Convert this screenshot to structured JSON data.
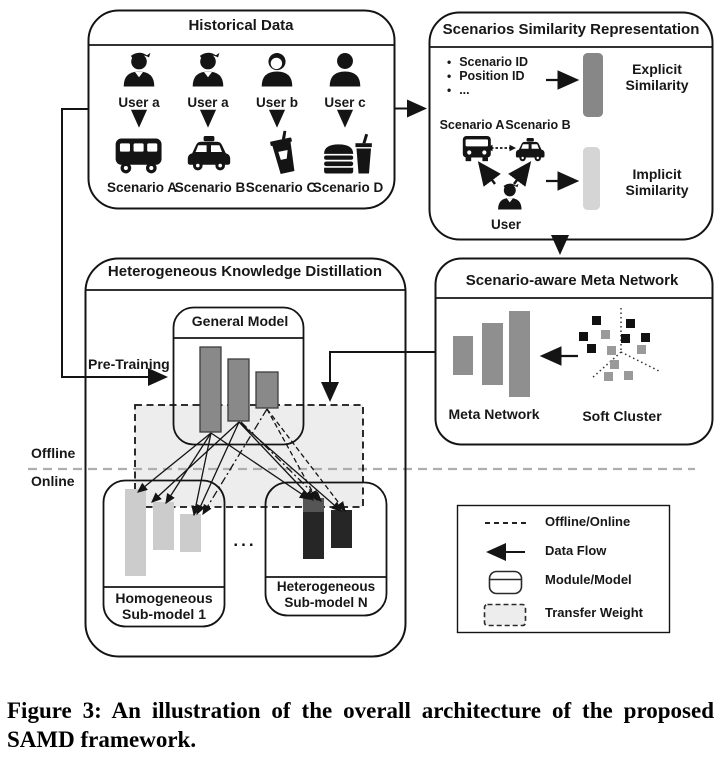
{
  "caption": "Figure 3: An illustration of the overall architecture of the proposed SAMD framework.",
  "historical_data": {
    "title": "Historical Data",
    "users": [
      {
        "label": "User a",
        "icon": "user-male-icon"
      },
      {
        "label": "User a",
        "icon": "user-male-icon"
      },
      {
        "label": "User b",
        "icon": "user-female-icon"
      },
      {
        "label": "User c",
        "icon": "user-icon"
      }
    ],
    "scenarios": [
      {
        "label": "Scenario A",
        "icon": "bus-icon"
      },
      {
        "label": "Scenario B",
        "icon": "taxi-icon"
      },
      {
        "label": "Scenario C",
        "icon": "drink-icon"
      },
      {
        "label": "Scenario D",
        "icon": "fastfood-icon"
      }
    ]
  },
  "similarity_box": {
    "title": "Scenarios Similarity Representation",
    "bullets": [
      "Scenario ID",
      "Position ID",
      "..."
    ],
    "explicit_label": "Explicit Similarity",
    "implicit_label": "Implicit Similarity",
    "scenario_a_label": "Scenario A",
    "scenario_b_label": "Scenario B",
    "user_label": "User"
  },
  "meta_box": {
    "title": "Scenario-aware Meta Network",
    "meta_network_label": "Meta Network",
    "soft_cluster_label": "Soft Cluster"
  },
  "distill_box": {
    "title": "Heterogeneous Knowledge Distillation",
    "pretraining_label": "Pre-Training",
    "general_model_label": "General Model",
    "homogeneous_label": "Homogeneous Sub-model 1",
    "heterogeneous_label": "Heterogeneous Sub-model N",
    "ellipsis": "..."
  },
  "phase": {
    "offline": "Offline",
    "online": "Online"
  },
  "legend": {
    "items": [
      {
        "label": "Offline/Online",
        "icon": "dashed-line-icon"
      },
      {
        "label": "Data Flow",
        "icon": "arrow-left-icon"
      },
      {
        "label": "Module/Model",
        "icon": "module-icon"
      },
      {
        "label": "Transfer Weight",
        "icon": "transfer-weight-icon"
      }
    ]
  },
  "colors": {
    "explicit_bar": "#878787",
    "implicit_bar": "#d5d5d5",
    "general_model_bar": "#898989",
    "meta_bar": "#8f8f8f",
    "homogeneous_bar": "#cccccc",
    "heterogeneous_bar": "#262626",
    "heterogeneous_bar_cap": "#555555",
    "transfer_fill": "#ededed",
    "phase_divider": "#aeaeae"
  }
}
